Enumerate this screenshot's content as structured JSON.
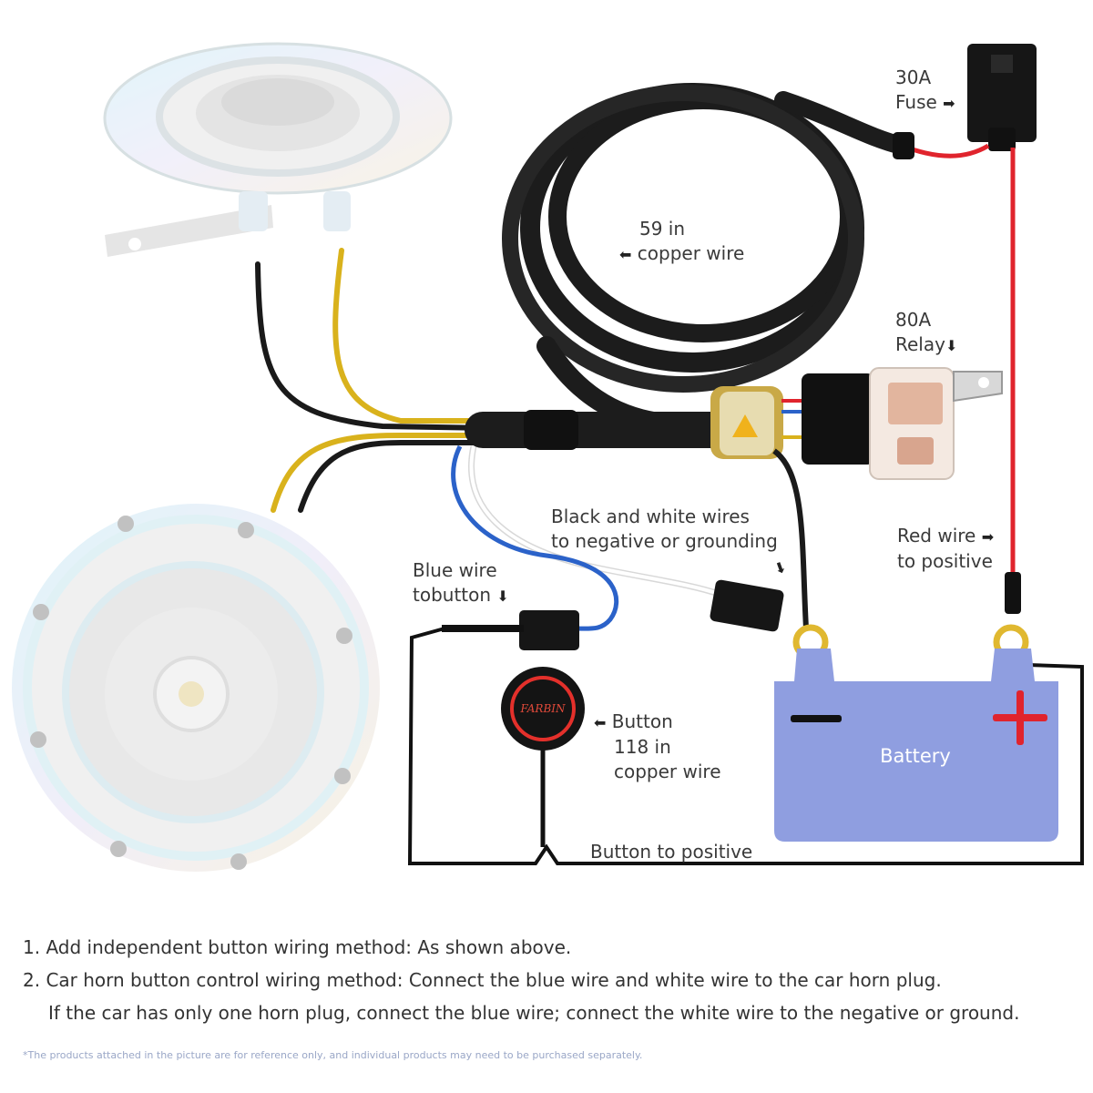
{
  "labels": {
    "fuse": [
      "30A",
      "Fuse"
    ],
    "copper_wire": [
      "59 in",
      "copper wire"
    ],
    "relay": [
      "80A",
      "Relay"
    ],
    "black_white": [
      "Black and white wires",
      "to negative or grounding"
    ],
    "red_wire": [
      "Red wire",
      "to positive"
    ],
    "blue_wire": [
      "Blue wire",
      "tobutton"
    ],
    "button": [
      "Button",
      "118 in",
      "copper wire"
    ],
    "battery": "Battery",
    "button_to_positive": "Button to positive",
    "button_brand": "FARBIN"
  },
  "battery_symbols": {
    "negative": "−",
    "positive": "+"
  },
  "colors": {
    "battery": "#8f9ee0",
    "red_wire": "#e0242d",
    "blue_wire": "#2b62c9",
    "yellow_wire": "#d9b21c",
    "black_wire": "#1a1a1a",
    "loom": "#1c1c1c",
    "button_ring": "#e4302b"
  },
  "icons": [
    "arrow-right-icon",
    "arrow-left-icon",
    "arrow-down-icon"
  ],
  "notes": [
    "1. Add independent button wiring method: As shown above.",
    "2. Car horn button control wiring method: Connect the blue wire and white wire to the car horn plug.",
    "If the car has only one horn plug, connect the blue wire; connect the white wire to the negative or ground."
  ],
  "disclaimer": "*The products attached in the picture are for reference only, and individual products may need to be purchased separately."
}
